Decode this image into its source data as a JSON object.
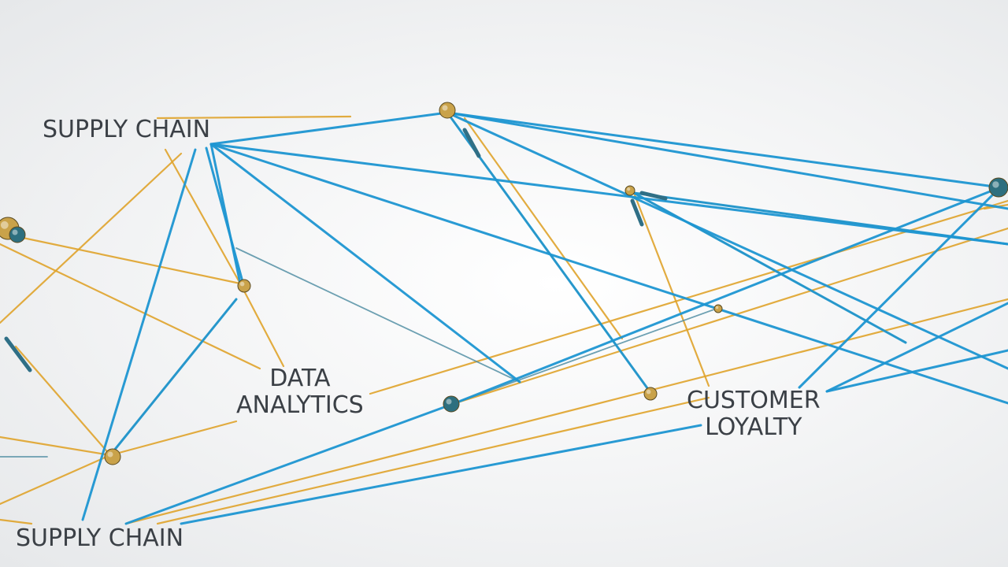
{
  "labels": {
    "supply_chain_top": "SUPPLY CHAIN",
    "data_analytics_line1": "DATA",
    "data_analytics_line2": "ANALYTICS",
    "customer_loyalty_line1": "CUSTOMER",
    "customer_loyalty_line2": "LOYALTY",
    "supply_chain_bottom": "SUPPLY CHAIN"
  },
  "colors": {
    "background": "#f2f3f4",
    "blue_link": "#1e96d2",
    "gold_link": "#e0a42c",
    "label_text": "#3b4046",
    "node_gold": "#c9a24a",
    "node_teal": "#2d6f7f"
  }
}
